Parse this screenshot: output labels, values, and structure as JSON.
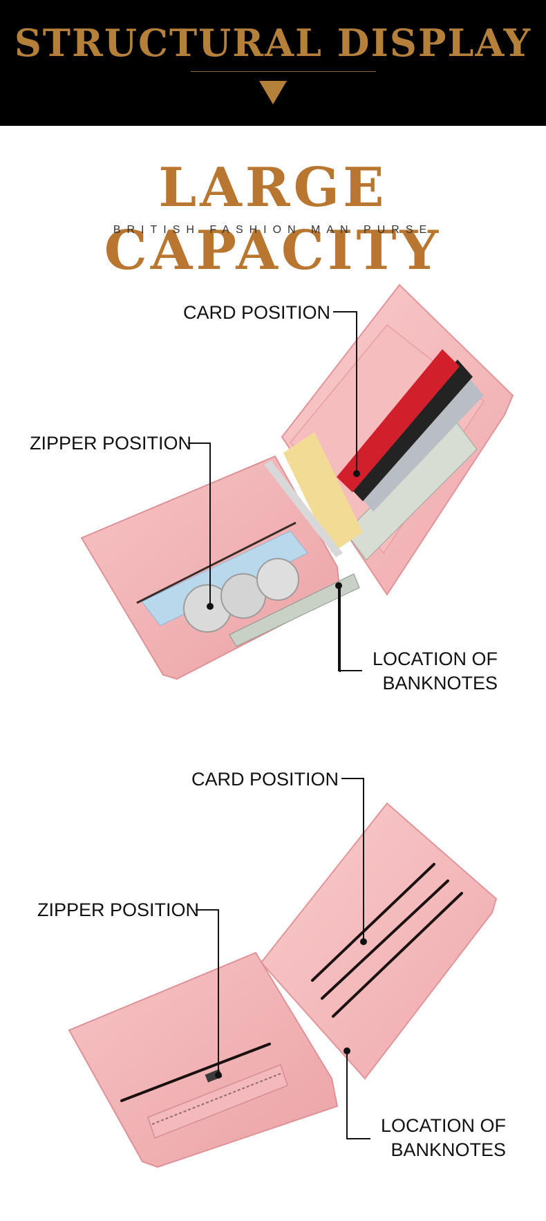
{
  "header": {
    "title": "STRUCTURAL DISPLAY"
  },
  "hero": {
    "title": "LARGE CAPACITY",
    "subtitle": "BRITISH FASHION MAN PURSE"
  },
  "figure_open": {
    "card_label": "CARD POSITION",
    "zipper_label": "ZIPPER POSITION",
    "banknote_label_line1": "LOCATION OF",
    "banknote_label_line2": "BANKNOTES"
  },
  "figure_empty": {
    "card_label": "CARD POSITION",
    "zipper_label": "ZIPPER POSITION",
    "banknote_label_line1": "LOCATION OF",
    "banknote_label_line2": "BANKNOTES"
  },
  "colors": {
    "header_bg": "#000000",
    "gold": "#b87630",
    "wallet_pink": "#f4b6b8"
  }
}
